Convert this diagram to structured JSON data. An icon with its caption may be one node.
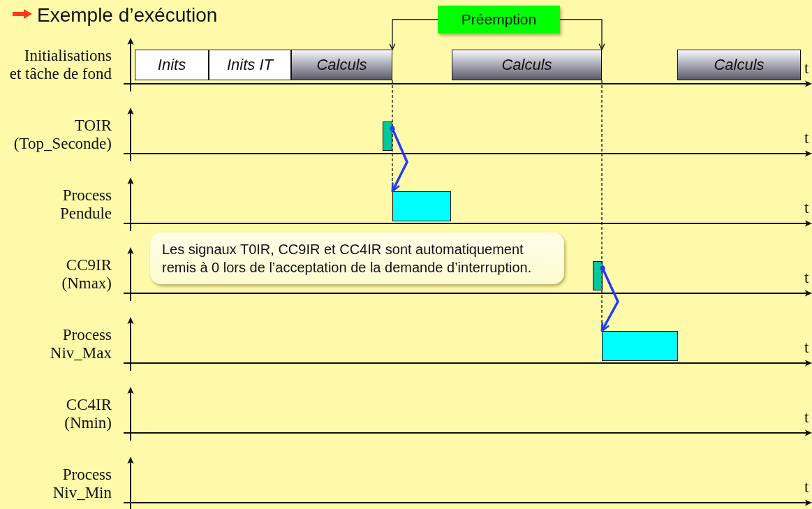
{
  "diagram": {
    "title": "Exemple d’exécution",
    "nodes": [
      {
        "text": [
          "Préemption"
        ]
      },
      {
        "text": [
          "Inits"
        ]
      },
      {
        "text": [
          "Inits IT"
        ]
      },
      {
        "text": [
          "Calculs"
        ]
      },
      {
        "text": [
          "Calculs"
        ]
      },
      {
        "text": [
          "Calculs"
        ]
      },
      {
        "text": [],
        "shape": "bar"
      },
      {
        "text": [],
        "shape": "box"
      },
      {
        "text": [
          "Les signaux T0IR, CC9IR et CC4IR sont automatiquement remis à 0 lors de l’acceptation de la demande d’interruption."
        ]
      },
      {
        "text": [],
        "shape": "bar"
      },
      {
        "text": [],
        "shape": "box"
      }
    ],
    "edges": [
      {
        "from": 0,
        "to": 3,
        "arrow": "to"
      },
      {
        "from": 0,
        "to": 4,
        "arrow": "to"
      },
      {
        "from": 3,
        "to": 7,
        "arrow": "none",
        "style": "dashed"
      },
      {
        "from": 6,
        "to": 7,
        "arrow": "to",
        "style": "thick",
        "color": "#1e3cff"
      },
      {
        "from": 4,
        "to": 10,
        "arrow": "none",
        "style": "dashed"
      },
      {
        "from": 9,
        "to": 10,
        "arrow": "to",
        "style": "thick",
        "color": "#1e3cff"
      }
    ],
    "labels": [
      "Initialisations et tâche de fond",
      "t",
      "TOIR (Top_Seconde)",
      "t",
      "Process Pendule",
      "t",
      "CC9IR (Nmax)",
      "t",
      "Process Niv_Max",
      "t",
      "CC4IR (Nmin)",
      "t",
      "Process Niv_Min",
      "t"
    ]
  }
}
